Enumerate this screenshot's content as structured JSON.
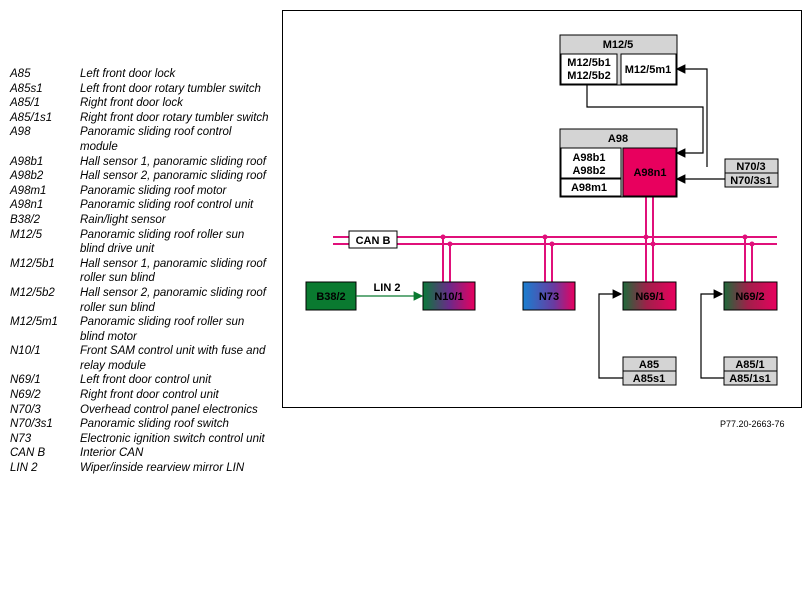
{
  "legend": [
    {
      "code": "A85",
      "desc": "Left front door lock"
    },
    {
      "code": "A85s1",
      "desc": "Left front door rotary tumbler switch"
    },
    {
      "code": "A85/1",
      "desc": "Right front door lock"
    },
    {
      "code": "A85/1s1",
      "desc": "Right front door rotary tumbler switch"
    },
    {
      "code": "A98",
      "desc": "Panoramic sliding roof control module"
    },
    {
      "code": "A98b1",
      "desc": "Hall sensor 1, panoramic sliding roof"
    },
    {
      "code": "A98b2",
      "desc": "Hall sensor 2, panoramic sliding roof"
    },
    {
      "code": "A98m1",
      "desc": "Panoramic sliding roof motor"
    },
    {
      "code": "A98n1",
      "desc": "Panoramic sliding roof control unit"
    },
    {
      "code": "B38/2",
      "desc": "Rain/light sensor"
    },
    {
      "code": "M12/5",
      "desc": "Panoramic sliding roof roller sun blind drive unit"
    },
    {
      "code": "M12/5b1",
      "desc": "Hall sensor 1, panoramic sliding roof roller sun blind"
    },
    {
      "code": "M12/5b2",
      "desc": "Hall sensor 2, panoramic sliding roof roller sun blind"
    },
    {
      "code": "M12/5m1",
      "desc": "Panoramic sliding roof roller sun blind motor"
    },
    {
      "code": "N10/1",
      "desc": "Front SAM control unit with fuse and relay module"
    },
    {
      "code": "N69/1",
      "desc": "Left front door control unit"
    },
    {
      "code": "N69/2",
      "desc": "Right front door control unit"
    },
    {
      "code": "N70/3",
      "desc": "Overhead control panel electronics"
    },
    {
      "code": "N70/3s1",
      "desc": "Panoramic sliding roof switch"
    },
    {
      "code": "N73",
      "desc": "Electronic ignition switch control unit"
    },
    {
      "code": "CAN B",
      "desc": "Interior CAN"
    },
    {
      "code": "LIN 2",
      "desc": "Wiper/inside rearview mirror LIN"
    }
  ],
  "diagram": {
    "m125": {
      "title": "M12/5",
      "b1": "M12/5b1",
      "b2": "M12/5b2",
      "m1": "M12/5m1"
    },
    "a98": {
      "title": "A98",
      "b1": "A98b1",
      "b2": "A98b2",
      "m1": "A98m1",
      "n1": "A98n1"
    },
    "n703": {
      "line1": "N70/3",
      "line2": "N70/3s1"
    },
    "can_label": "CAN B",
    "lin_label": "LIN 2",
    "b382": "B38/2",
    "n101": "N10/1",
    "n73": "N73",
    "n691": "N69/1",
    "n692": "N69/2",
    "a85": {
      "line1": "A85",
      "line2": "A85s1"
    },
    "a851": {
      "line1": "A85/1",
      "line2": "A85/1s1"
    },
    "colors": {
      "bus": "#e0107a",
      "gray_box": "#d4d4d4",
      "green": "#0a7a30",
      "magenta": "#e8005e",
      "blue": "#1a6fc4"
    }
  },
  "reference": "P77.20-2663-76"
}
